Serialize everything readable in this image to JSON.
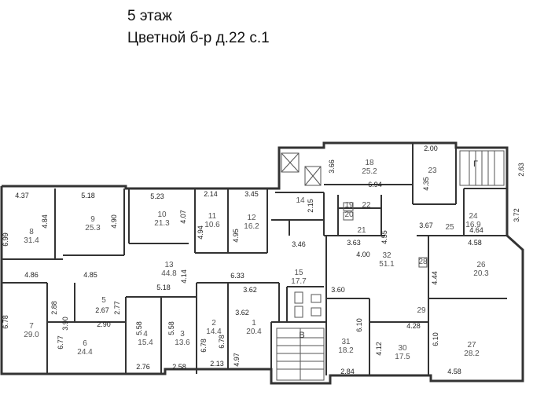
{
  "title": {
    "line1": "5 этаж",
    "line2": "Цветной б-р д.22 с.1"
  },
  "rooms": [
    {
      "num": "8",
      "area": "31.4"
    },
    {
      "num": "9",
      "area": "25.3"
    },
    {
      "num": "10",
      "area": "21.3"
    },
    {
      "num": "11",
      "area": "10.6"
    },
    {
      "num": "12",
      "area": "16.2"
    },
    {
      "num": "14",
      "area": ""
    },
    {
      "num": "18",
      "area": "25.2"
    },
    {
      "num": "23",
      "area": ""
    },
    {
      "num": "24",
      "area": "16.9"
    },
    {
      "num": "22",
      "area": ""
    },
    {
      "num": "21",
      "area": ""
    },
    {
      "num": "25",
      "area": ""
    },
    {
      "num": "32",
      "area": "51.1"
    },
    {
      "num": "26",
      "area": "20.3"
    },
    {
      "num": "13",
      "area": "44.8"
    },
    {
      "num": "15",
      "area": "17.7"
    },
    {
      "num": "5",
      "area": ""
    },
    {
      "num": "7",
      "area": "29.0"
    },
    {
      "num": "6",
      "area": "24.4"
    },
    {
      "num": "4",
      "area": "15.4"
    },
    {
      "num": "3",
      "area": "13.6"
    },
    {
      "num": "2",
      "area": "14.4"
    },
    {
      "num": "1",
      "area": "20.4"
    },
    {
      "num": "31",
      "area": "18.2"
    },
    {
      "num": "30",
      "area": "17.5"
    },
    {
      "num": "27",
      "area": "28.2"
    },
    {
      "num": "29",
      "area": ""
    },
    {
      "num": "28",
      "area": ""
    },
    {
      "num": "19",
      "area": ""
    },
    {
      "num": "20",
      "area": ""
    }
  ],
  "dimensions": [
    "4.37",
    "5.18",
    "5.23",
    "2.14",
    "3.45",
    "4.84",
    "4.90",
    "4.07",
    "4.94",
    "4.95",
    "6.99",
    "2.15",
    "3.66",
    "6.94",
    "4.35",
    "2.00",
    "2.63",
    "3.72",
    "4.64",
    "3.67",
    "4.58",
    "4.55",
    "3.63",
    "4.00",
    "3.46",
    "4.44",
    "4.86",
    "4.85",
    "5.18",
    "4.14",
    "6.33",
    "3.62",
    "3.62",
    "3.60",
    "2.88",
    "2.77",
    "2.67",
    "2.90",
    "6.78",
    "3.90",
    "6.77",
    "5.58",
    "5.58",
    "6.78",
    "6.78",
    "4.97",
    "6.10",
    "4.28",
    "6.10",
    "4.12",
    "2.76",
    "2.58",
    "2.13",
    "2.84",
    "4.58"
  ],
  "labels": {
    "stair_b": "В",
    "stair_g": "Г"
  }
}
